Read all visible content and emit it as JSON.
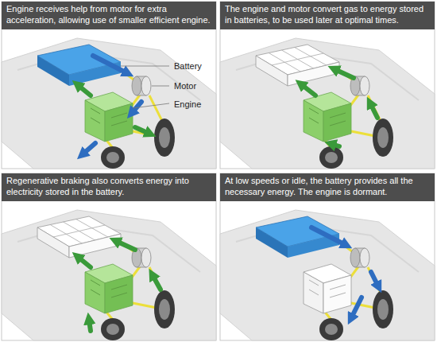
{
  "diagram": {
    "nodes": [
      {
        "text": [
          "Engine receives help from motor for extra acceleration, allowing use of smaller efficient engine."
        ]
      },
      {
        "text": [
          "The engine and motor convert gas to energy stored in batteries, to be used later at optimal times."
        ]
      },
      {
        "text": [
          "Regenerative braking also converts energy into electricity stored in the battery."
        ]
      },
      {
        "text": [
          "At low speeds or idle, the battery provides all the necessary energy.  The engine is dormant."
        ]
      }
    ],
    "labels": [
      "Battery",
      "Motor",
      "Engine"
    ]
  }
}
